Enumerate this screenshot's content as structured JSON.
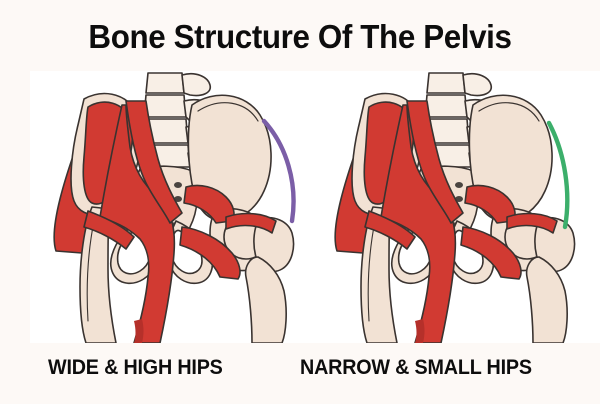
{
  "page": {
    "background_color": "#fdf9f6",
    "panel_background_color": "#ffffff"
  },
  "title": "Bone Structure Of The Pelvis",
  "figures": [
    {
      "id": "wide-high-hips",
      "caption": "WIDE & HIGH HIPS",
      "annotation_icon": "purple-arc-icon",
      "annotation_color": "#7B5EA7",
      "annotation_shape": "strongly-curved-arc",
      "subject": "pelvis-skeleton-with-hip-muscles"
    },
    {
      "id": "narrow-small-hips",
      "caption": "NARROW & SMALL HIPS",
      "annotation_icon": "green-arc-icon",
      "annotation_color": "#3CAF6B",
      "annotation_shape": "shallow-curved-arc",
      "subject": "pelvis-skeleton-with-hip-muscles"
    }
  ],
  "colors": {
    "muscle_red": "#D13A32",
    "muscle_red_dark": "#B5302A",
    "bone_cream": "#F2E2D4",
    "bone_cream_light": "#F8EFE6",
    "outline": "#3a3330",
    "text": "#0d0d0d",
    "purple_marker": "#7B5EA7",
    "green_marker": "#3CAF6B"
  }
}
